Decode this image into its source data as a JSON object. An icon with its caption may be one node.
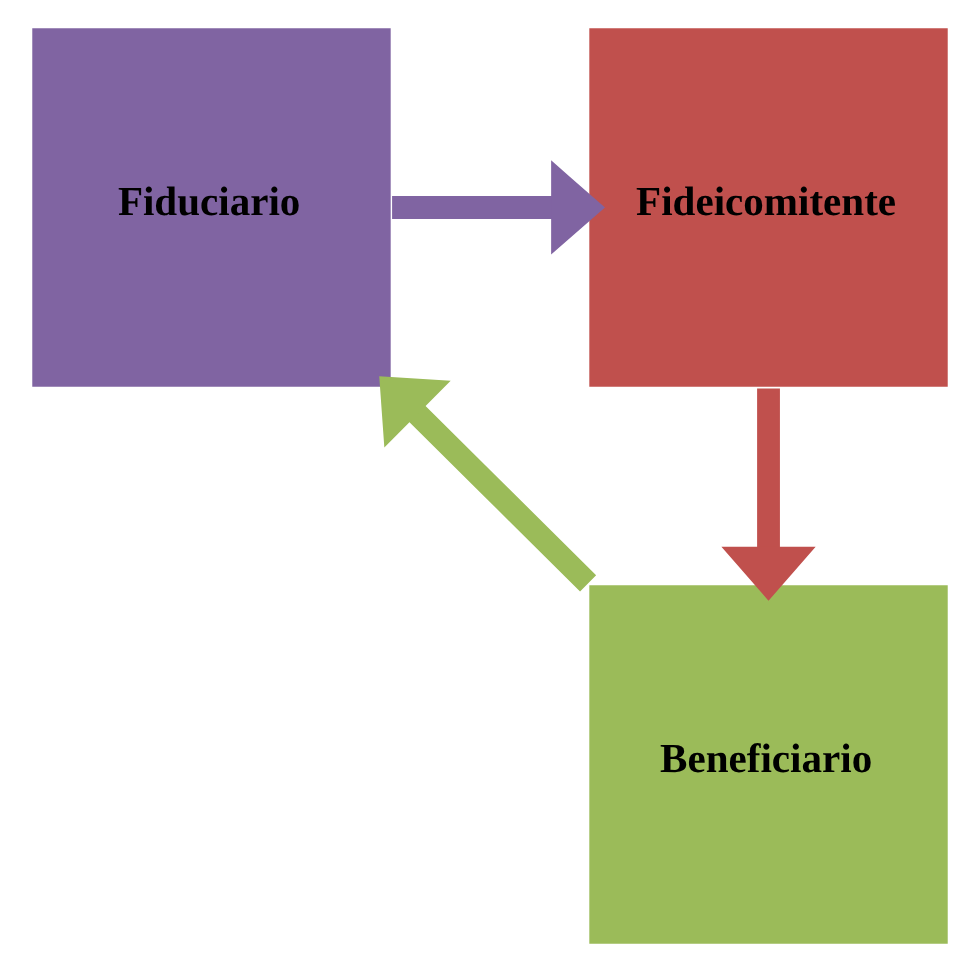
{
  "diagram": {
    "nodes": [
      {
        "text": [
          "Fiduciario"
        ]
      },
      {
        "text": [
          "Fideicomitente"
        ]
      },
      {
        "text": [
          "Beneficiario"
        ]
      }
    ],
    "edges": [
      {
        "from": 0,
        "to": 1,
        "arrow": "to",
        "color": "#8064a2"
      },
      {
        "from": 1,
        "to": 2,
        "arrow": "to",
        "color": "#c0504d"
      },
      {
        "from": 2,
        "to": 0,
        "arrow": "to",
        "color": "#9bbb59"
      }
    ]
  }
}
